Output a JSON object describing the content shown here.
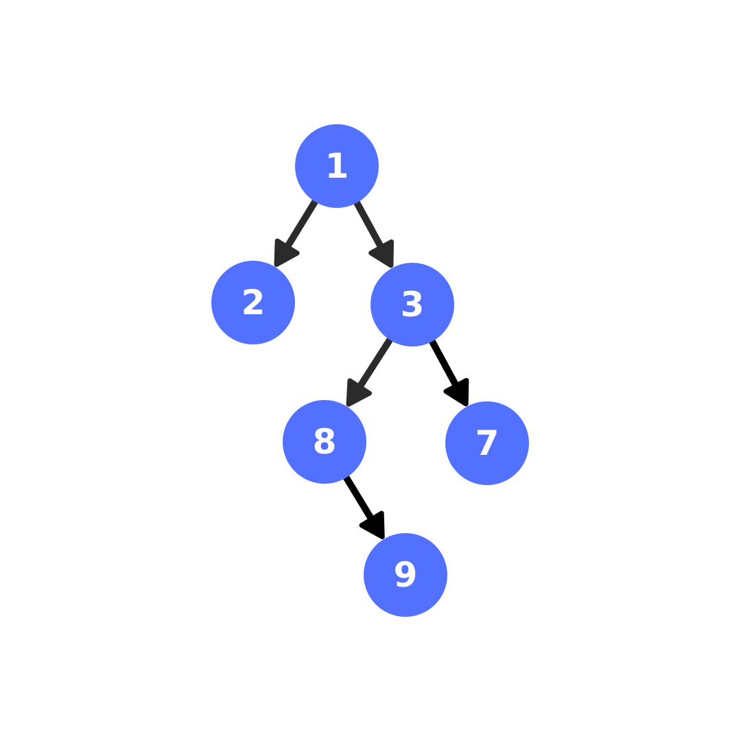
{
  "colors": {
    "node_fill": "#5271ff",
    "node_text": "#ffffff",
    "edge_dark_gray": "#2b2b2b",
    "edge_black": "#000000",
    "background": "#ffffff"
  },
  "tree": {
    "nodes": [
      {
        "id": "1",
        "label": "1"
      },
      {
        "id": "2",
        "label": "2"
      },
      {
        "id": "3",
        "label": "3"
      },
      {
        "id": "8",
        "label": "8"
      },
      {
        "id": "7",
        "label": "7"
      },
      {
        "id": "9",
        "label": "9"
      }
    ],
    "edges": [
      {
        "from": "1",
        "to": "2",
        "color": "#2b2b2b"
      },
      {
        "from": "1",
        "to": "3",
        "color": "#2b2b2b"
      },
      {
        "from": "3",
        "to": "8",
        "color": "#2b2b2b"
      },
      {
        "from": "3",
        "to": "7",
        "color": "#000000"
      },
      {
        "from": "8",
        "to": "9",
        "color": "#000000"
      }
    ]
  }
}
